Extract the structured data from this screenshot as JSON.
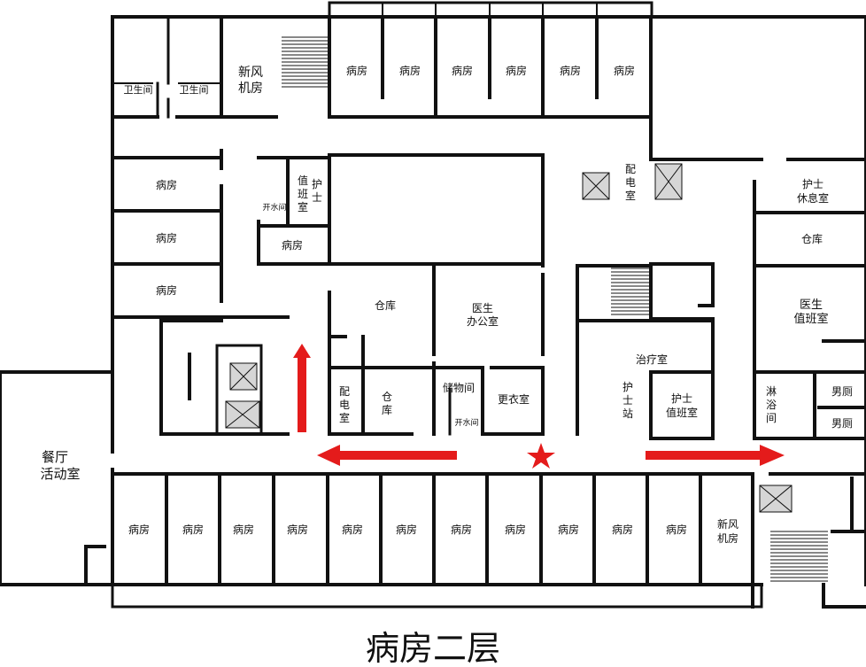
{
  "title": "病房二层",
  "colors": {
    "wall": "#111111",
    "arrow": "#e41b1b",
    "star": "#e41b1b",
    "fixture": "#d6d6d6"
  },
  "rooms": {
    "washroom_a": "卫生间",
    "washroom_b": "卫生间",
    "fresh_air_top_1": "新风",
    "fresh_air_top_2": "机房",
    "top_ward_1": "病房",
    "top_ward_2": "病房",
    "top_ward_3": "病房",
    "top_ward_4": "病房",
    "top_ward_5": "病房",
    "top_ward_6": "病房",
    "left_ward_1": "病房",
    "left_ward_2": "病房",
    "left_ward_3": "病房",
    "boiler": "开水间",
    "nurse_duty_small_1": "值",
    "nurse_duty_small_2": "班",
    "nurse_duty_small_3": "室",
    "nurse_small_1": "护",
    "nurse_small_2": "士",
    "center_ward": "病房",
    "storage_top": "仓库",
    "doctor_office_1": "医生",
    "doctor_office_2": "办公室",
    "power_room_right_1": "配",
    "power_room_right_2": "电",
    "power_room_right_3": "室",
    "nurse_lounge_1": "护士",
    "nurse_lounge_2": "休息室",
    "storage_right": "仓库",
    "doctor_duty_1": "医生",
    "doctor_duty_2": "值班室",
    "treatment": "治疗室",
    "nurse_station_1": "护",
    "nurse_station_2": "士",
    "nurse_station_3": "站",
    "nurse_duty_1": "护士",
    "nurse_duty_2": "值班室",
    "shower_1": "淋",
    "shower_2": "浴",
    "shower_3": "间",
    "mens_1": "男厕",
    "mens_2": "男厕",
    "power_room_left_1": "配",
    "power_room_left_2": "电",
    "power_room_left_3": "室",
    "storage_small_1": "仓",
    "storage_small_2": "库",
    "supply": "储物间",
    "boiler_small": "开水间",
    "locker": "更衣室",
    "dining_1": "餐厅",
    "dining_2": "活动室",
    "bottom_ward_1": "病房",
    "bottom_ward_2": "病房",
    "bottom_ward_3": "病房",
    "bottom_ward_4": "病房",
    "bottom_ward_5": "病房",
    "bottom_ward_6": "病房",
    "bottom_ward_7": "病房",
    "bottom_ward_8": "病房",
    "bottom_ward_9": "病房",
    "bottom_ward_10": "病房",
    "bottom_ward_11": "病房",
    "fresh_air_bottom_1": "新风",
    "fresh_air_bottom_2": "机房"
  }
}
